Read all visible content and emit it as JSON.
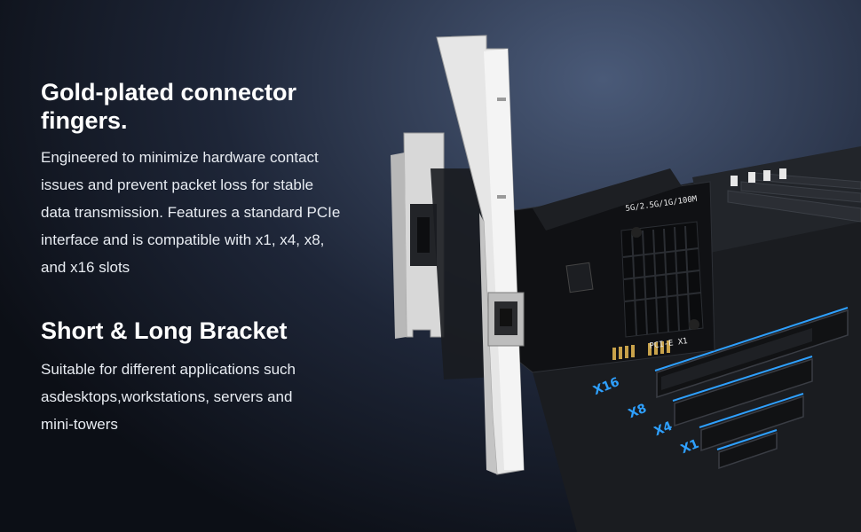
{
  "section1": {
    "title": "Gold-plated connector fingers.",
    "body": [
      "Engineered to minimize hardware contact",
      "issues and prevent packet loss for stable",
      "data transmission. Features a standard PCIe",
      "interface and is compatible with x1, x4, x8,",
      "and x16 slots"
    ]
  },
  "section2": {
    "title": "Short & Long Bracket",
    "body": [
      "Suitable for different applications such",
      "asdesktops,workstations, servers and",
      "mini-towers"
    ]
  },
  "product": {
    "card_speed_label": "5G/2.5G/1G/100M",
    "card_model_label": "PCI-E X1",
    "slot_labels": [
      "X16",
      "X8",
      "X4",
      "X1"
    ],
    "accent_color": "#2ea0ff"
  }
}
